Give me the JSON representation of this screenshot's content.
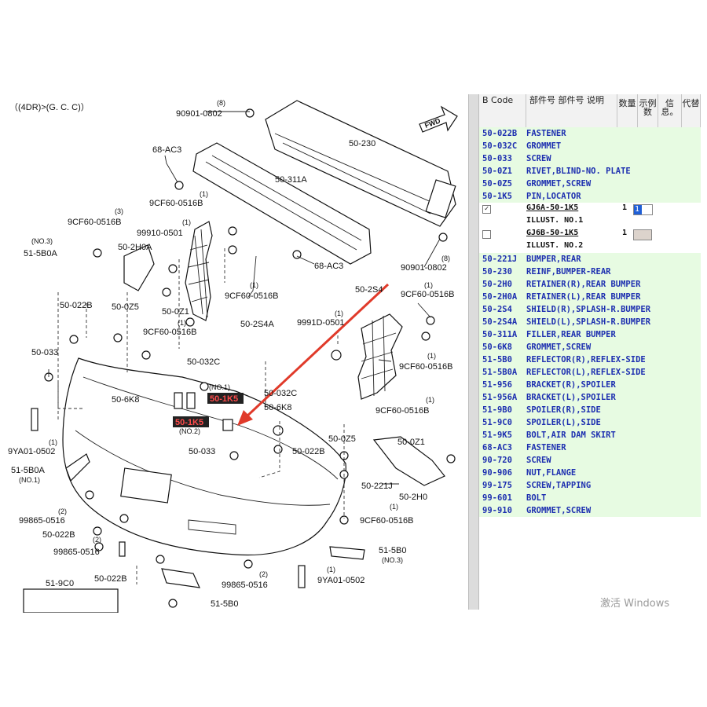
{
  "diagram": {
    "header_text": "（(4DR)>(G. C. C)）",
    "labels": {
      "p90901_top": "90901-0802",
      "p90901_top_qty": "(8)",
      "p50230": "50-230",
      "p68ac3_top": "68-AC3",
      "p50311a": "50-311A",
      "p9cf60_a": "9CF60-0516B",
      "p9cf60_a_qty": "(1)",
      "p9cf60_b": "9CF60-0516B",
      "p9cf60_b_qty": "(3)",
      "p99910": "99910-0501",
      "p99910_qty": "(1)",
      "no3_a": "(NO.3)",
      "p515b0a": "51-5B0A",
      "p502h0a": "50-2H0A",
      "p68ac3_mid": "68-AC3",
      "p90901_mid": "90901-0802",
      "p90901_mid_qty": "(8)",
      "p9cf60_c": "9CF60-0516B",
      "p9cf60_c_qty": "(1)",
      "p502s4a": "50-2S4A",
      "p502s4": "50-2S4",
      "p9cf60_d": "9CF60-0516B",
      "p9cf60_d_qty": "(1)",
      "p50022b_a": "50-022B",
      "p500z5_a": "50-0Z5",
      "p500z1_a": "50-0Z1",
      "p9cf60_e": "9CF60-0516B",
      "p9cf60_e_qty": "(1)",
      "p99910d": "9991D-0501",
      "p99910d_qty": "(1)",
      "p50033_a": "50-033",
      "p50032c_a": "50-032C",
      "p9cf60_f": "9CF60-0516B",
      "p9cf60_f_qty": "(1)",
      "no1": "(NO.1)",
      "hl_1k5_a": "50-1K5",
      "p50032c_b": "50-032C",
      "p506k8_a": "50-6K8",
      "p506k8_b": "50-6K8",
      "hl_1k5_b": "50-1K5",
      "no2": "(NO.2)",
      "p9cf60_g": "9CF60-0516B",
      "p9cf60_g_qty": "(1)",
      "p9ya01_a": "9YA01-0502",
      "p9ya01_a_qty": "(1)",
      "p50033_b": "50-033",
      "p50022b_b": "50-022B",
      "p500z5_b": "50-0Z5",
      "p500z1_b": "50-0Z1",
      "p515b0a_b": "51-5B0A",
      "no1_b": "(NO.1)",
      "p50221j": "50-221J",
      "p502h0": "50-2H0",
      "p99865_a": "99865-0516",
      "p99865_a_qty": "(2)",
      "p50022b_c": "50-022B",
      "p9cf60_h": "9CF60-0516B",
      "p9cf60_h_qty": "(1)",
      "p99865_b": "99865-0516",
      "p99865_b_qty": "(2)",
      "p515b0": "51-5B0",
      "no3_b": "(NO.3)",
      "p50022b_d": "50-022B",
      "p99865_c": "99865-0516",
      "p99865_c_qty": "(2)",
      "p9ya01_b": "9YA01-0502",
      "p9ya01_b_qty": "(1)",
      "p519c0": "51-9C0",
      "p515b0_b": "51-5B0",
      "fwd": "FWD"
    }
  },
  "parts_panel": {
    "headers": {
      "code": "B Code",
      "part_no": "部件号 部件号 说明",
      "qty": "数量",
      "illust": "示例数",
      "info": "信息。",
      "replace": "代替"
    },
    "rows_top": [
      {
        "code": "50-022B",
        "desc": "FASTENER"
      },
      {
        "code": "50-032C",
        "desc": "GROMMET"
      },
      {
        "code": "50-033",
        "desc": "SCREW"
      },
      {
        "code": "50-0Z1",
        "desc": "RIVET,BLIND-NO. PLATE"
      },
      {
        "code": "50-0Z5",
        "desc": "GROMMET,SCREW"
      },
      {
        "code": "50-1K5",
        "desc": "PIN,LOCATOR"
      }
    ],
    "sub_items": [
      {
        "checked": "✓",
        "part_no": "GJ6A-50-1K5",
        "illust": "ILLUST. NO.1",
        "qty": "1",
        "box": "1"
      },
      {
        "checked": "",
        "part_no": "GJ6B-50-1K5",
        "illust": "ILLUST. NO.2",
        "qty": "1",
        "box": ""
      }
    ],
    "rows_bottom": [
      {
        "code": "50-221J",
        "desc": "BUMPER,REAR"
      },
      {
        "code": "50-230",
        "desc": "REINF,BUMPER-REAR"
      },
      {
        "code": "50-2H0",
        "desc": "RETAINER(R),REAR BUMPER"
      },
      {
        "code": "50-2H0A",
        "desc": "RETAINER(L),REAR BUMPER"
      },
      {
        "code": "50-2S4",
        "desc": "SHIELD(R),SPLASH-R.BUMPER"
      },
      {
        "code": "50-2S4A",
        "desc": "SHIELD(L),SPLASH-R.BUMPER"
      },
      {
        "code": "50-311A",
        "desc": "FILLER,REAR BUMPER"
      },
      {
        "code": "50-6K8",
        "desc": "GROMMET,SCREW"
      },
      {
        "code": "51-5B0",
        "desc": "REFLECTOR(R),REFLEX-SIDE"
      },
      {
        "code": "51-5B0A",
        "desc": "REFLECTOR(L),REFLEX-SIDE"
      },
      {
        "code": "51-956",
        "desc": "BRACKET(R),SPOILER"
      },
      {
        "code": "51-956A",
        "desc": "BRACKET(L),SPOILER"
      },
      {
        "code": "51-9B0",
        "desc": "SPOILER(R),SIDE"
      },
      {
        "code": "51-9C0",
        "desc": "SPOILER(L),SIDE"
      },
      {
        "code": "51-9K5",
        "desc": "BOLT,AIR DAM SKIRT"
      },
      {
        "code": "68-AC3",
        "desc": "FASTENER"
      },
      {
        "code": "90-720",
        "desc": "SCREW"
      },
      {
        "code": "90-906",
        "desc": "NUT,FLANGE"
      },
      {
        "code": "99-175",
        "desc": "SCREW,TAPPING"
      },
      {
        "code": "99-601",
        "desc": "BOLT"
      },
      {
        "code": "99-910",
        "desc": "GROMMET,SCREW"
      }
    ]
  },
  "watermark": "激活 Windows",
  "colors": {
    "row_bg": "#e7fbe2",
    "row_text": "#1d2fb0",
    "highlight_tag": "#222222",
    "highlight_text": "#ff4b4b",
    "arrow": "#e03a2a"
  }
}
